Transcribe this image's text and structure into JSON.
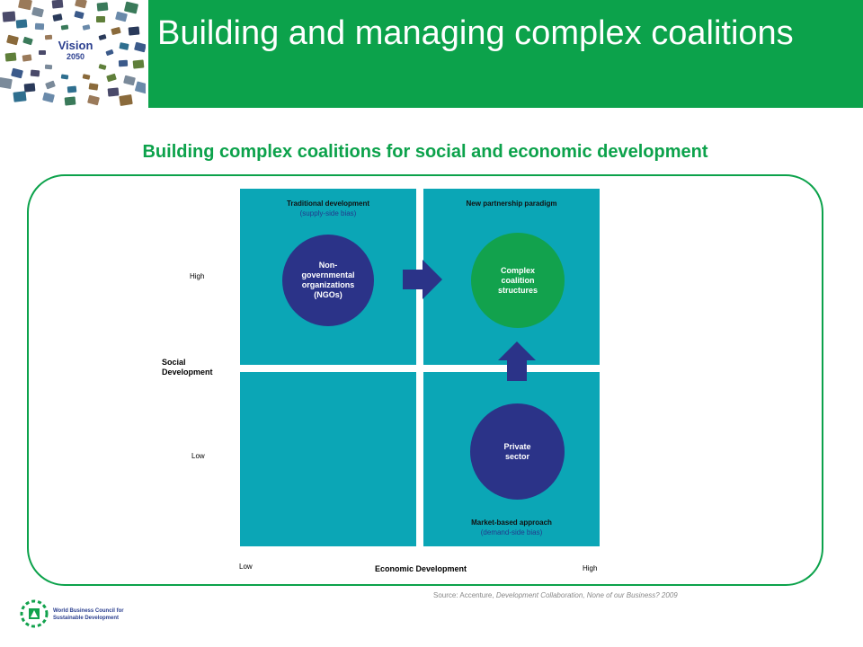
{
  "header": {
    "title": "Building and managing complex coalitions",
    "logo_word": "Vision",
    "logo_year": "2050"
  },
  "subtitle": "Building complex coalitions for social and economic development",
  "diagram": {
    "quadrants": {
      "top_left": {
        "heading": "Traditional development",
        "sub": "(supply-side bias)"
      },
      "top_right": {
        "heading": "New partnership paradigm"
      },
      "bottom_right": {
        "heading": "Market-based approach",
        "sub": "(demand-side bias)"
      }
    },
    "circles": {
      "ngo": "Non-\ngovernmental\norganizations\n(NGOs)",
      "complex": "Complex\ncoalition\nstructures",
      "private": "Private\nsector"
    },
    "y_axis": {
      "high": "High",
      "label_line1": "Social",
      "label_line2": "Development",
      "low": "Low"
    },
    "x_axis": {
      "low": "Low",
      "label": "Economic Development",
      "high": "High"
    },
    "colors": {
      "quadrant": "#0ba6b6",
      "navy": "#2b3388",
      "green": "#12a24d",
      "arrow": "#2b3388"
    }
  },
  "source": {
    "prefix": "Source: Accenture, ",
    "title": "Development Collaboration, None of our Business? 2009"
  },
  "footer": {
    "org_line1": "World Business Council for",
    "org_line2": "Sustainable Development"
  }
}
